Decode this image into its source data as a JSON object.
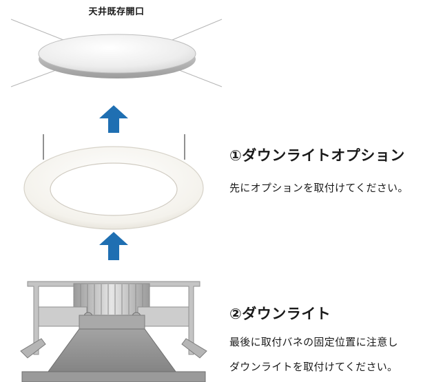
{
  "labels": {
    "ceiling_opening": "天井既存開口"
  },
  "steps": [
    {
      "title": "①ダウンライトオプション",
      "desc_lines": [
        "先にオプションを取付けてください。"
      ]
    },
    {
      "title": "②ダウンライト",
      "desc_lines": [
        "最後に取付バネの固定位置に注意し",
        "ダウンライトを取付けてください。"
      ]
    }
  ],
  "icons": {
    "arrow_1": "up-arrow-icon",
    "arrow_2": "up-arrow-icon"
  },
  "colors": {
    "arrow": "#1f6fb2",
    "disc_top": "#f3f3f3",
    "disc_edge": "#c8c8c8",
    "ring": "#f6f4ef",
    "fixture": "#bdbdbd",
    "fixture_dark": "#8e8e8e",
    "text": "#1a1a1a"
  }
}
